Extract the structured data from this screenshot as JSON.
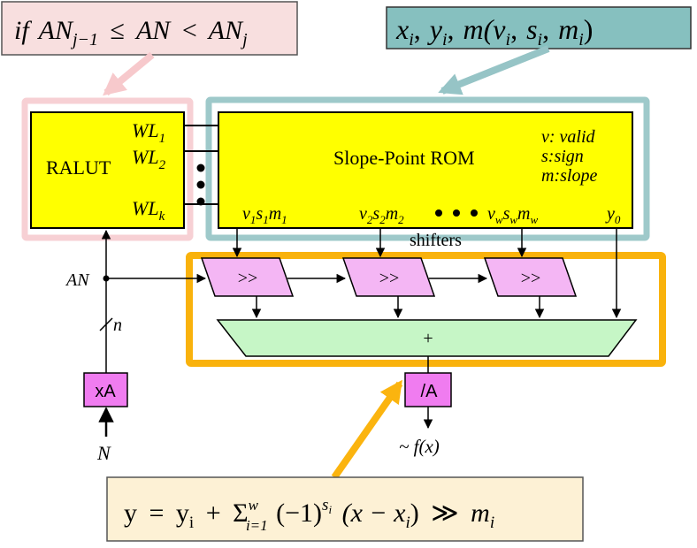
{
  "callouts": {
    "condition": {
      "prefix": "if",
      "AN": "AN",
      "sub_prev": "j−1",
      "leq": "≤",
      "lt": "<",
      "sub_j": "j",
      "bg_color": "#f8dfdf",
      "arrow_color": "#f7c9cc"
    },
    "rom_output": {
      "x": "x",
      "y": "y",
      "sub_i": "i",
      "func": "m(",
      "v": "v",
      "s": "s",
      "m": "m",
      "comma": ",",
      "close": ")",
      "bg_color": "#86c0bf",
      "arrow_color": "#96c4c6"
    },
    "equation": {
      "y": "y",
      "eq": "=",
      "yi": "y",
      "sub_i": "i",
      "plus": "+",
      "sigma": "Σ",
      "sigma_sub": "i=1",
      "sigma_sup": "w",
      "neg": "(−1)",
      "sup_s": "s",
      "sup_i": "i",
      "paren_open": "(x − x",
      "paren_close": ")",
      "shift": "≫",
      "m": "m",
      "bg_color": "#fdf1d5",
      "arrow_color": "#fbb40f"
    }
  },
  "ralut": {
    "label": "RALUT",
    "wl": [
      {
        "base": "WL",
        "sub": "1"
      },
      {
        "base": "WL",
        "sub": "2"
      },
      {
        "base": "WL",
        "sub": "k"
      }
    ],
    "fill": "#ffff00",
    "highlight_color": "#f7d0d4"
  },
  "rom": {
    "label": "Slope-Point ROM",
    "legend": [
      "v: valid",
      "s:sign",
      "m:slope"
    ],
    "outputs": [
      {
        "v": "v",
        "vs": "1",
        "s": "s",
        "ss": "1",
        "m": "m",
        "ms": "1"
      },
      {
        "v": "v",
        "vs": "2",
        "s": "s",
        "ss": "2",
        "m": "m",
        "ms": "2"
      },
      {
        "v": "v",
        "vs": "w",
        "s": "s",
        "ss": "w",
        "m": "m",
        "ms": "w"
      }
    ],
    "y0": {
      "base": "y",
      "sub": "0"
    },
    "fill": "#ffff00",
    "highlight_color": "#9ec9ca"
  },
  "datapath": {
    "shifters_label": "shifters",
    "shift_symbol": ">>",
    "adder_symbol": "+",
    "shifter_fill": "#f4b6f4",
    "adder_fill": "#c6f6c6",
    "highlight_color": "#f9b20c",
    "input_label": "AN",
    "bus_width": "n",
    "scale_in": "xA",
    "scale_out": "/A",
    "scale_fill": "#f07cf0",
    "input_N": "N",
    "output_label": "~ f(x)"
  }
}
